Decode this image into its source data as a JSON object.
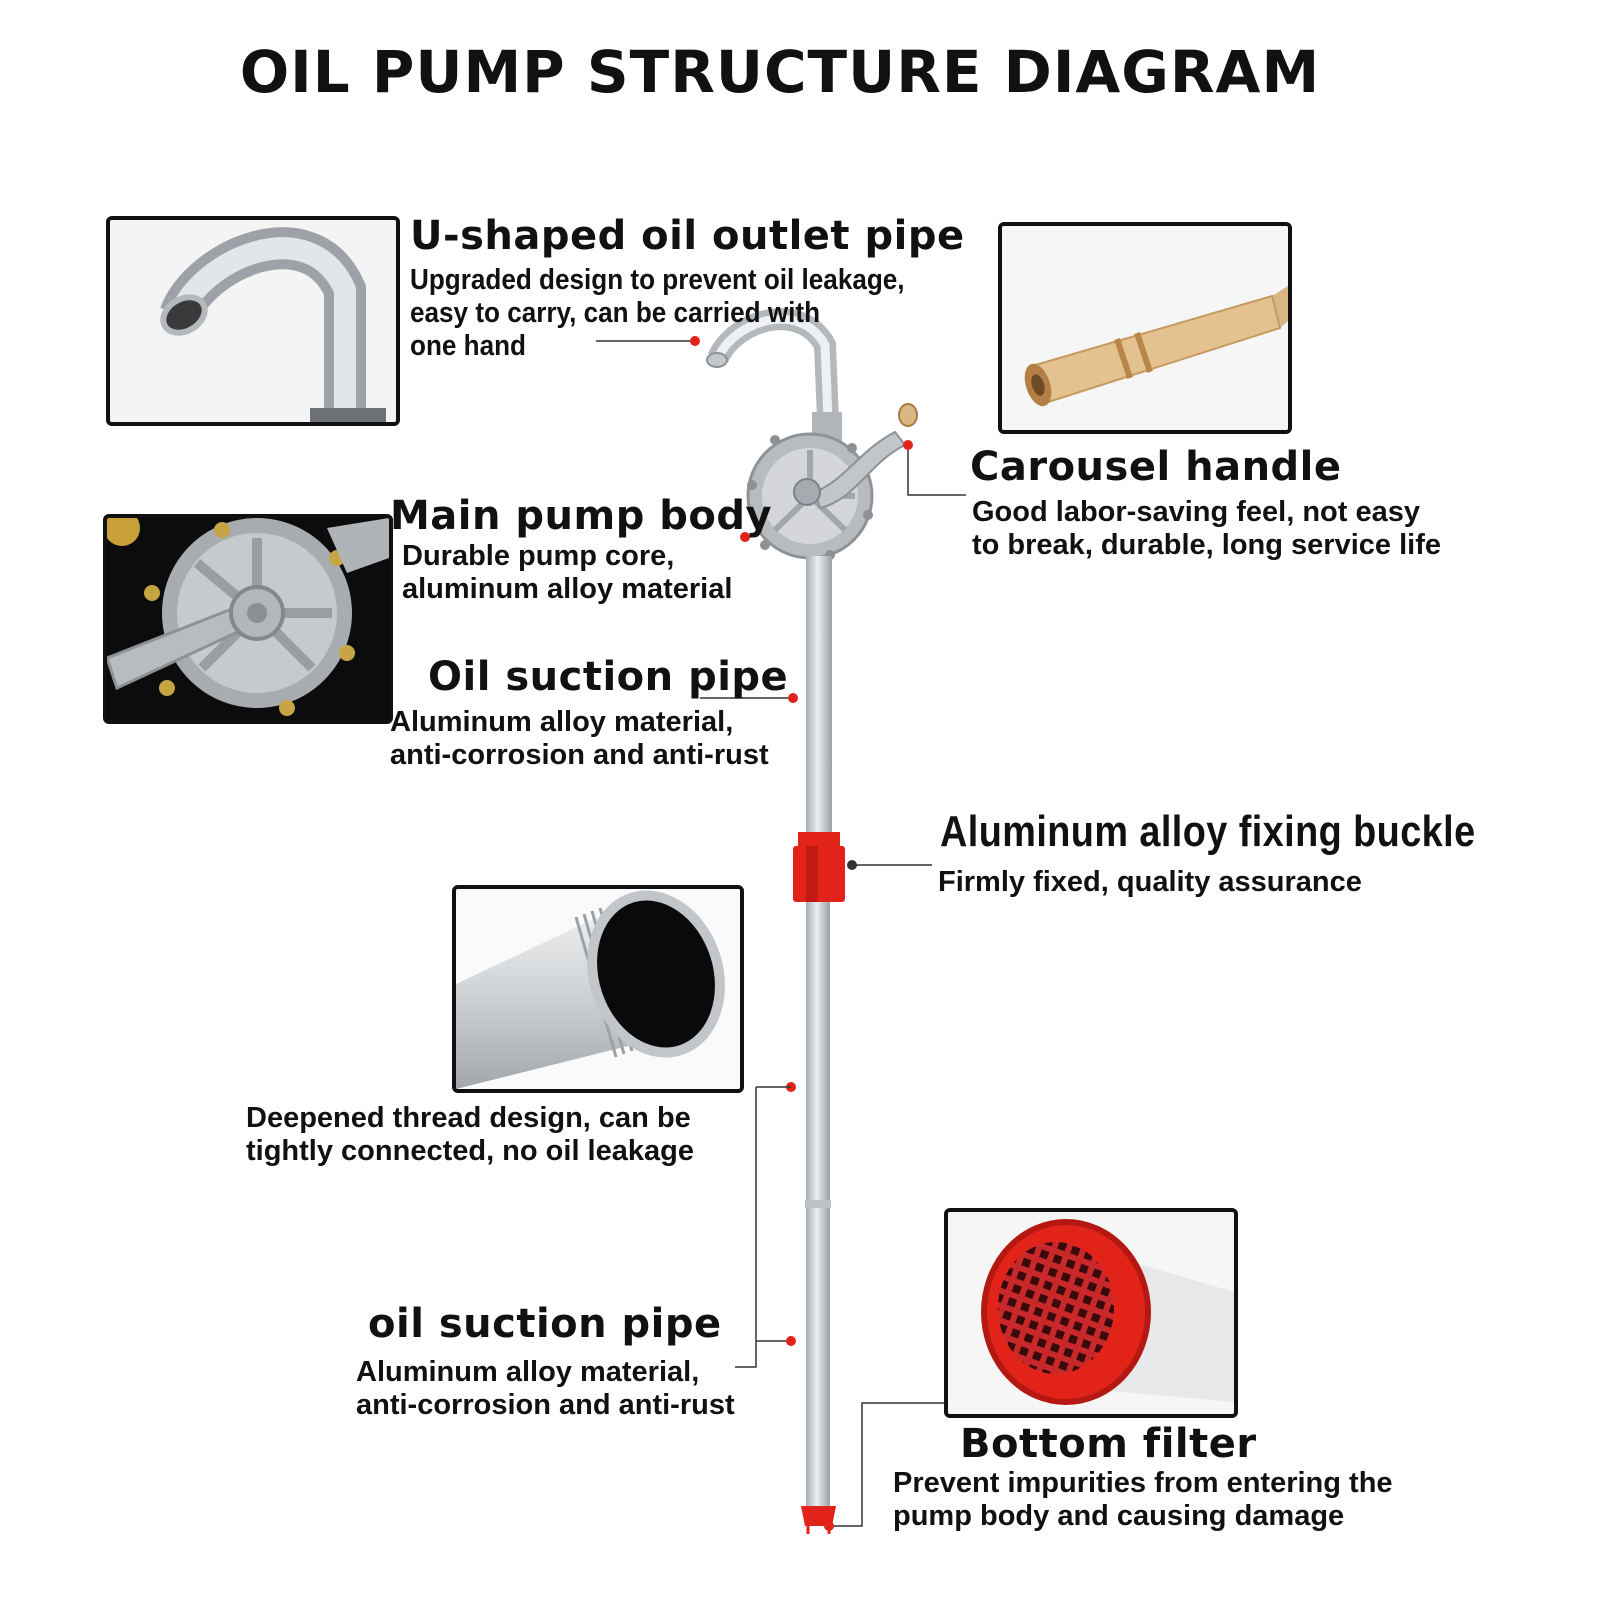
{
  "title": "OIL PUMP STRUCTURE DIAGRAM",
  "callouts": [
    {
      "heading": "U-shaped oil outlet pipe",
      "desc": "Upgraded design to prevent oil leakage,\neasy to carry, can be carried with\none hand"
    },
    {
      "heading": "Carousel handle",
      "desc": "Good labor-saving feel, not easy\nto break, durable, long service life"
    },
    {
      "heading": "Main pump body",
      "desc": "Durable pump core,\naluminum alloy material"
    },
    {
      "heading": "Oil suction pipe",
      "desc": "Aluminum alloy material,\nanti-corrosion and anti-rust"
    },
    {
      "heading": "Aluminum alloy fixing buckle",
      "desc": "Firmly fixed, quality assurance"
    },
    {
      "heading": "",
      "desc": "Deepened thread design, can be\ntightly connected, no oil leakage"
    },
    {
      "heading": "oil suction pipe",
      "desc": "Aluminum alloy material,\nanti-corrosion and anti-rust"
    },
    {
      "heading": "Bottom filter",
      "desc": "Prevent impurities from entering the\npump body and causing damage"
    }
  ],
  "colors": {
    "accent_red": "#e2231a",
    "frame": "#111111",
    "metal": "#c9ccd0"
  }
}
